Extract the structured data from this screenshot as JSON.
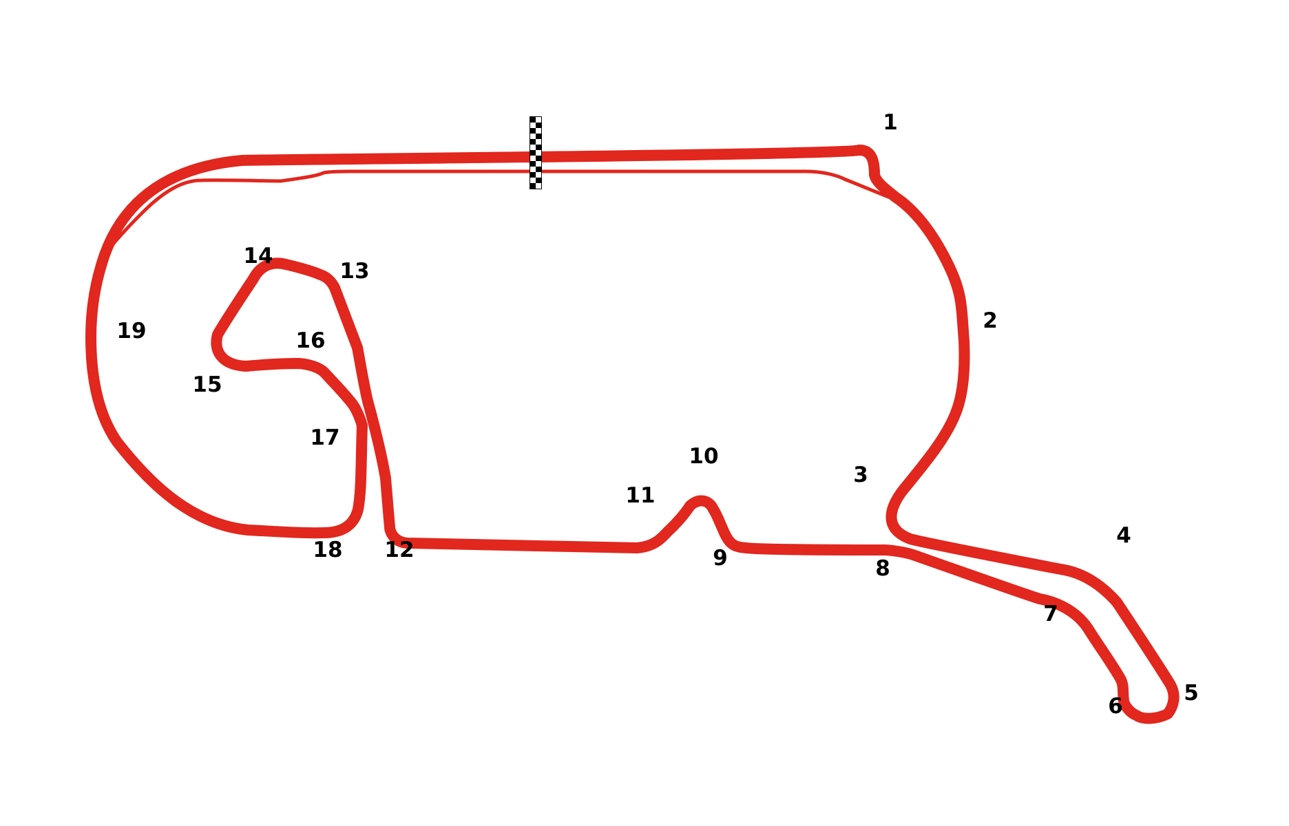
{
  "map": {
    "track_color": "#e1271e",
    "background": "#ffffff",
    "label_color": "#000000",
    "finish_line": {
      "icon": "checkered-flag-icon",
      "colors": [
        "#000000",
        "#ffffff"
      ]
    },
    "corners": [
      {
        "id": "1",
        "label": "1"
      },
      {
        "id": "2",
        "label": "2"
      },
      {
        "id": "3",
        "label": "3"
      },
      {
        "id": "4",
        "label": "4"
      },
      {
        "id": "5",
        "label": "5"
      },
      {
        "id": "6",
        "label": "6"
      },
      {
        "id": "7",
        "label": "7"
      },
      {
        "id": "8",
        "label": "8"
      },
      {
        "id": "9",
        "label": "9"
      },
      {
        "id": "10",
        "label": "10"
      },
      {
        "id": "11",
        "label": "11"
      },
      {
        "id": "12",
        "label": "12"
      },
      {
        "id": "13",
        "label": "13"
      },
      {
        "id": "14",
        "label": "14"
      },
      {
        "id": "15",
        "label": "15"
      },
      {
        "id": "16",
        "label": "16"
      },
      {
        "id": "17",
        "label": "17"
      },
      {
        "id": "18",
        "label": "18"
      },
      {
        "id": "19",
        "label": "19"
      }
    ]
  }
}
